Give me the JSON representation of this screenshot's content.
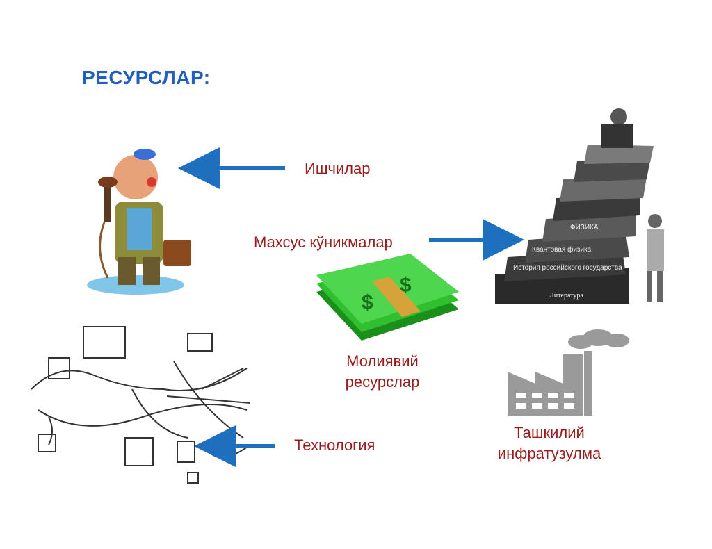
{
  "title": "РЕСУРСЛАР:",
  "labels": {
    "workers": "Ишчилар",
    "skills": "Махсус кўникмалар",
    "financial_line1": "Молиявий",
    "financial_line2": "ресурслар",
    "technology": "Технология",
    "infrastructure_line1": "Ташкилий",
    "infrastructure_line2": "инфратузулма"
  },
  "colors": {
    "title": "#1f5fbf",
    "label": "#9a1b1b",
    "arrow": "#1f6fbf",
    "money": "#2fbf2f",
    "factory": "#9a9a9a"
  },
  "books": [
    "ФИЗИКА",
    "Квантовая физика",
    "История российского государства",
    "Литература"
  ]
}
